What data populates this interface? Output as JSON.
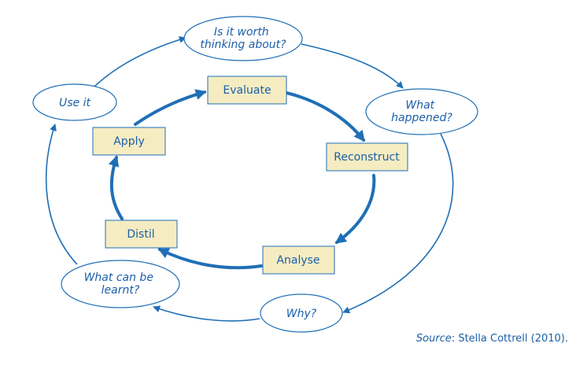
{
  "colors": {
    "stroke": "#1f6fb6",
    "text": "#1b5fa8",
    "box_fill": "#f5ecc2",
    "oval_fill": "#ffffff"
  },
  "outer_cycle": {
    "nodes": [
      {
        "id": "worth",
        "lines": [
          "Is it worth",
          "thinking about?"
        ]
      },
      {
        "id": "what-happened",
        "lines": [
          "What",
          "happened?"
        ]
      },
      {
        "id": "why",
        "lines": [
          "Why?"
        ]
      },
      {
        "id": "learnt",
        "lines": [
          "What can be",
          "learnt?"
        ]
      },
      {
        "id": "use-it",
        "lines": [
          "Use it"
        ]
      }
    ]
  },
  "inner_cycle": {
    "nodes": [
      {
        "id": "evaluate",
        "label": "Evaluate"
      },
      {
        "id": "reconstruct",
        "label": "Reconstruct"
      },
      {
        "id": "analyse",
        "label": "Analyse"
      },
      {
        "id": "distil",
        "label": "Distil"
      },
      {
        "id": "apply",
        "label": "Apply"
      }
    ]
  },
  "source": {
    "label": "Source",
    "text": ": Stella Cottrell (2010)."
  }
}
